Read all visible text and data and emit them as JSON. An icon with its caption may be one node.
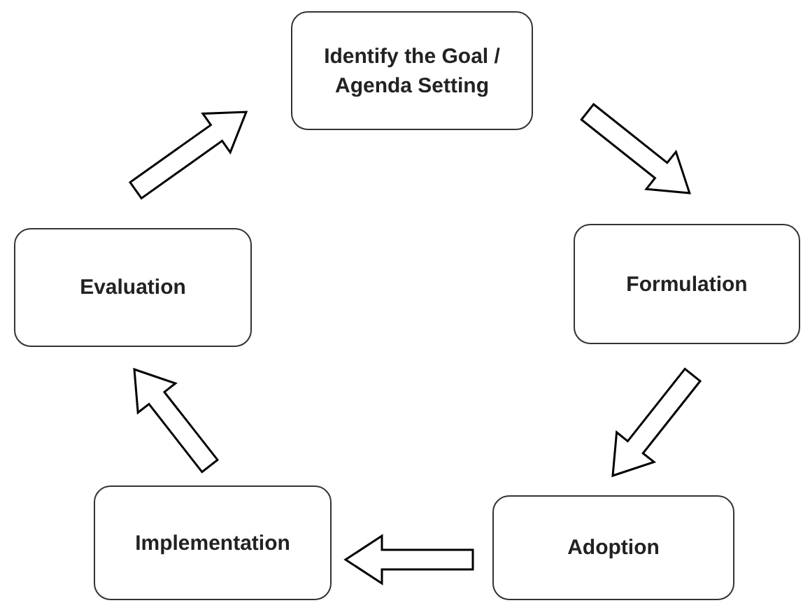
{
  "diagram": {
    "nodes": [
      {
        "text": [
          "Identify the Goal / Agenda Setting"
        ]
      },
      {
        "text": [
          "Formulation"
        ]
      },
      {
        "text": [
          "Adoption"
        ]
      },
      {
        "text": [
          "Implementation"
        ]
      },
      {
        "text": [
          "Evaluation"
        ]
      }
    ],
    "edges": [
      {
        "from": 0,
        "to": 1,
        "arrow": "to"
      },
      {
        "from": 1,
        "to": 2,
        "arrow": "to"
      },
      {
        "from": 2,
        "to": 3,
        "arrow": "to"
      },
      {
        "from": 3,
        "to": 4,
        "arrow": "to"
      },
      {
        "from": 4,
        "to": 0,
        "arrow": "to"
      }
    ]
  }
}
